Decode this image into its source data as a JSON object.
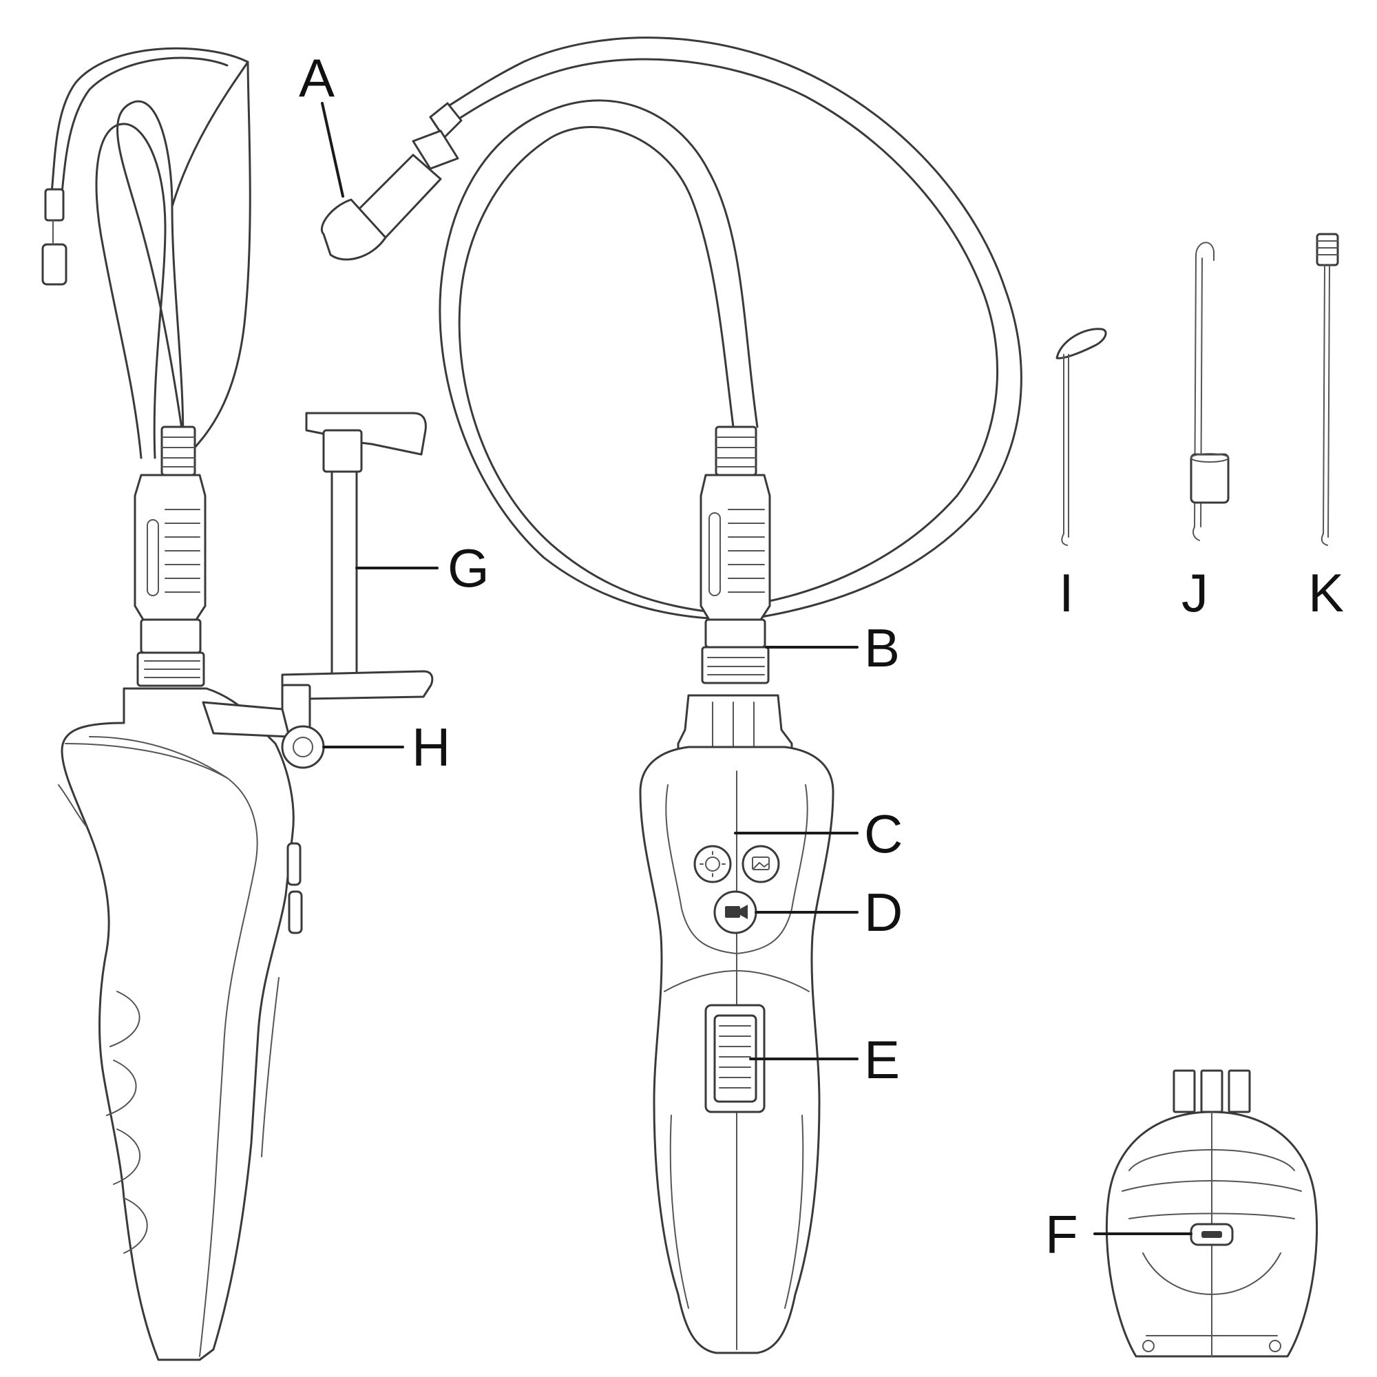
{
  "labels": {
    "A": "A",
    "B": "B",
    "C": "C",
    "D": "D",
    "E": "E",
    "F": "F",
    "G": "G",
    "H": "H",
    "I": "I",
    "J": "J",
    "K": "K"
  },
  "icons": {
    "button_left": "brightness-icon",
    "button_right": "photo-icon",
    "button_bottom": "video-camera-icon"
  },
  "colors": {
    "line": "#3a3a3a",
    "text": "#111111",
    "background": "#ffffff"
  }
}
